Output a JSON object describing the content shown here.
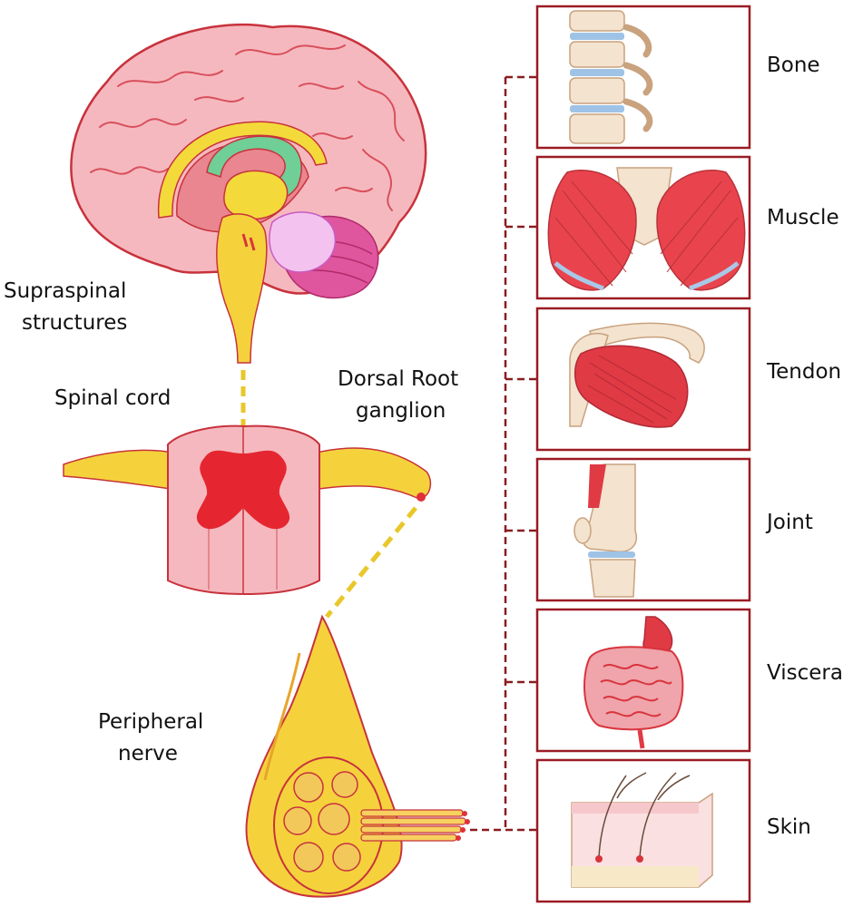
{
  "labels": {
    "supraspinal": [
      "Supraspinal",
      "structures"
    ],
    "spinal_cord": "Spinal cord",
    "dorsal_root": [
      "Dorsal Root",
      "ganglion"
    ],
    "peripheral": [
      "Peripheral",
      "nerve"
    ]
  },
  "tissues": [
    {
      "label": "Bone"
    },
    {
      "label": "Muscle"
    },
    {
      "label": "Tendon"
    },
    {
      "label": "Joint"
    },
    {
      "label": "Viscera"
    },
    {
      "label": "Skin"
    }
  ],
  "colors": {
    "frame": "#9b1b24",
    "connector": "#8a1c20",
    "nerve_yellow": "#f5d23c",
    "dashed_yellow": "#e9c72a",
    "brain_pink": "#f6b8bf",
    "outline_red": "#c8323c"
  }
}
